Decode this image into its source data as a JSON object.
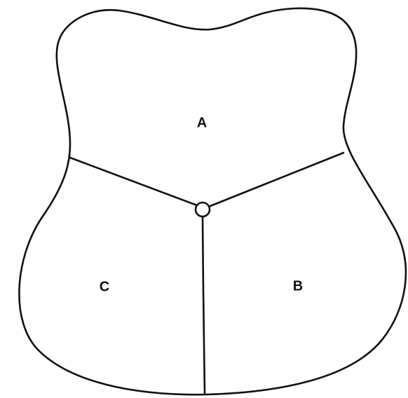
{
  "diagram": {
    "regions": [
      {
        "id": "A",
        "label": "A"
      },
      {
        "id": "B",
        "label": "B"
      },
      {
        "id": "C",
        "label": "C"
      }
    ],
    "colors": {
      "line": "#111111",
      "background": "#ffffff"
    }
  }
}
